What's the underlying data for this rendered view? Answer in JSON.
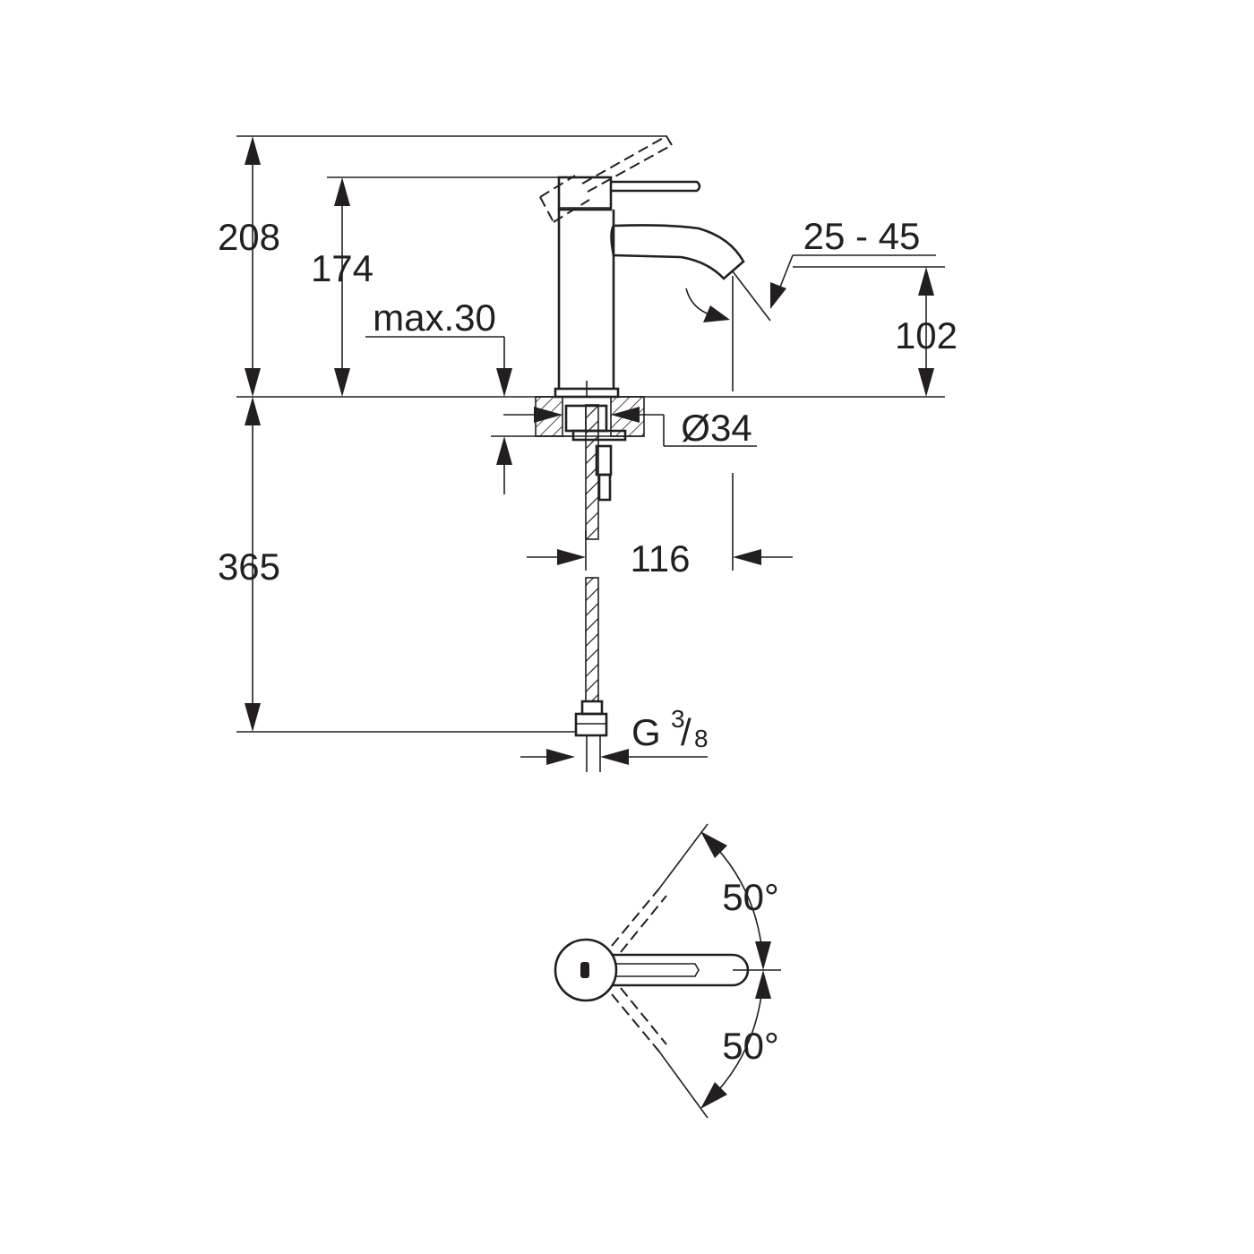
{
  "dimensions": {
    "total_height": "208",
    "lever_height": "174",
    "max_deck": "max.30",
    "spout_projection_range": "25 - 45",
    "spout_height": "102",
    "hole_diameter": "Ø34",
    "below_deck_hose": "365",
    "spout_reach": "116",
    "connection_letter": "G",
    "connection_numerator": "3",
    "connection_denominator": "8",
    "lever_angle_up": "50°",
    "lever_angle_down": "50°"
  },
  "colors": {
    "line": "#231f20",
    "background": "#ffffff"
  }
}
